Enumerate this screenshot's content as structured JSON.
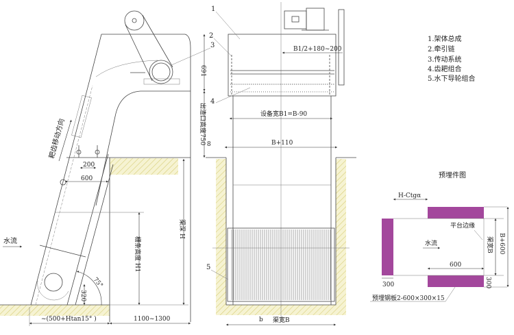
{
  "colors": {
    "embed_plate": "#a3479c",
    "hatch": "#e8e2a0",
    "line": "#444444"
  },
  "side_view": {
    "dim_691": "691",
    "dim_outlet_height": "出渣口高度750",
    "label_8": "8",
    "dim_200": "200",
    "dim_600": "600",
    "rake_direction": "耙齿移动方向",
    "water_flow": "水流",
    "grid_height": "栅条高度 H1",
    "channel_depth": "渠深 H",
    "angle": "75°",
    "dim_320": "320",
    "dim_base": "~(500+Htan15° )",
    "dim_1100_1300": "1100~1300"
  },
  "front_view": {
    "callouts": [
      "1",
      "2",
      "3",
      "4",
      "5"
    ],
    "dim_b1_half": "B1/2+180~200",
    "equipment_width": "设备宽B1=B-90",
    "dim_b110": "B+110",
    "dim_b": "b",
    "channel_width": "渠宽B"
  },
  "legend": [
    "1.架体总成",
    "2.牵引链",
    "3.传动系统",
    "4.齿耙组合",
    "5.水下导轮组合"
  ],
  "embed_plan": {
    "title": "预埋件图",
    "dim_h_ctg": "H-Ctgα",
    "platform_edge": "平台边缘",
    "water_flow": "水流",
    "channel_width": "渠宽B",
    "dim_b600": "B+600",
    "dim_600": "600",
    "dim_300_left": "300",
    "dim_300_right": "300",
    "plate_spec": "预埋钢板2-600×300×15"
  }
}
